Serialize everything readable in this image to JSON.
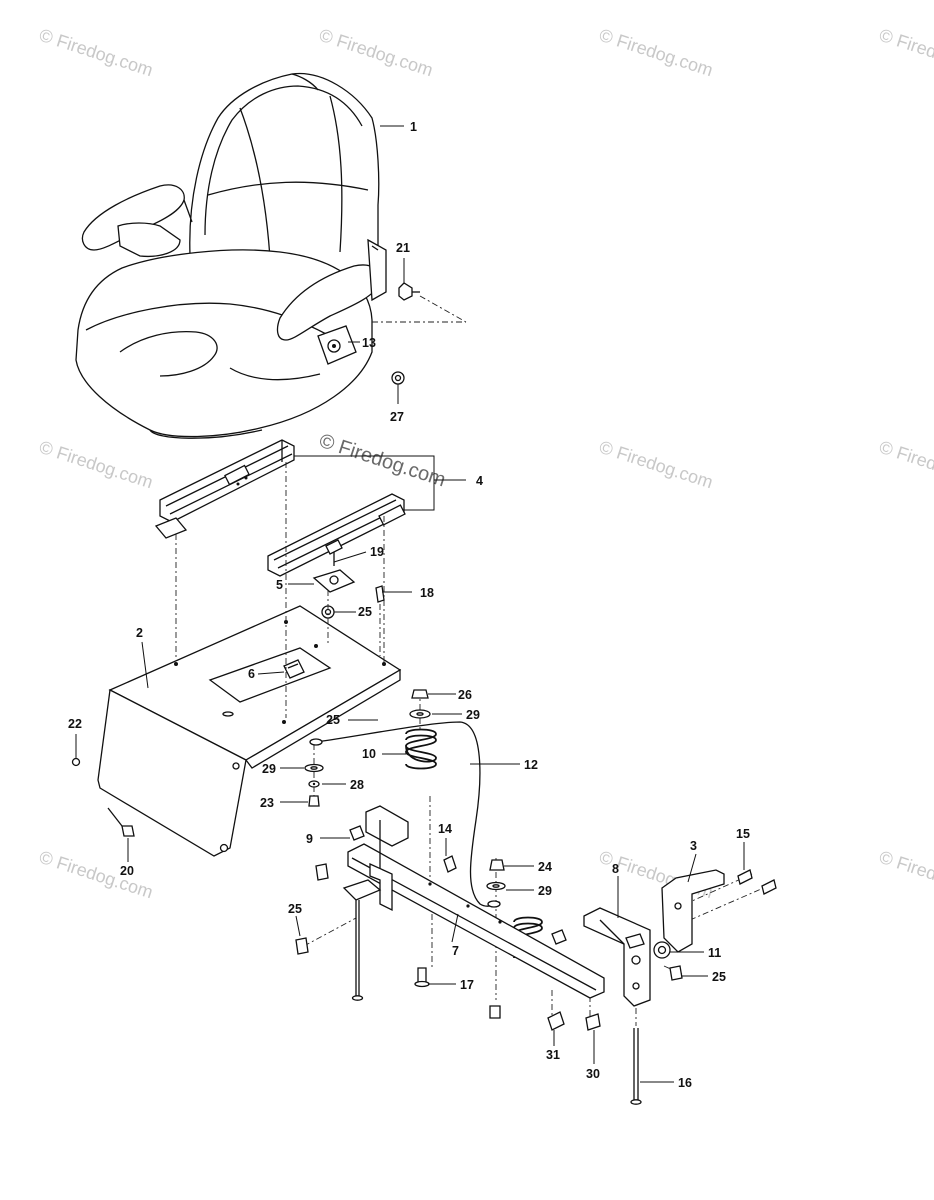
{
  "watermarks": {
    "copyright_symbol": "©",
    "text": "Firedog.com",
    "center_text": "© Firedog.com"
  },
  "callouts": {
    "c1": "1",
    "c2": "2",
    "c3": "3",
    "c4": "4",
    "c5": "5",
    "c6": "6",
    "c7": "7",
    "c8": "8",
    "c9": "9",
    "c10": "10",
    "c11": "11",
    "c12": "12",
    "c13": "13",
    "c14": "14",
    "c15": "15",
    "c16": "16",
    "c17": "17",
    "c18": "18",
    "c19": "19",
    "c20": "20",
    "c21": "21",
    "c22": "22",
    "c23": "23",
    "c24": "24",
    "c25a": "25",
    "c25b": "25",
    "c25c": "25",
    "c25d": "25",
    "c26": "26",
    "c27": "27",
    "c28": "28",
    "c29a": "29",
    "c29b": "29",
    "c29c": "29",
    "c30": "30",
    "c31": "31"
  },
  "colors": {
    "line": "#111111",
    "watermark": "#c8c8c8",
    "background": "#ffffff"
  }
}
